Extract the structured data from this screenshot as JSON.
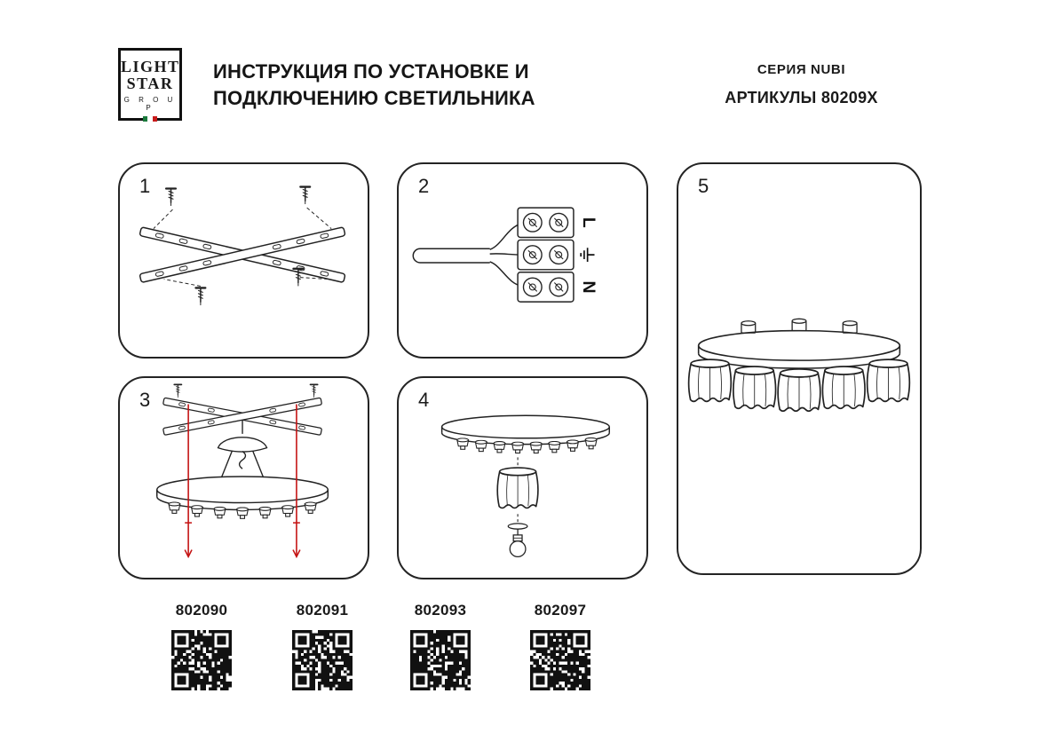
{
  "palette": {
    "ink": "#1a1a1a",
    "line": "#222222",
    "accent_red": "#c41111",
    "paper": "#ffffff"
  },
  "header": {
    "logo": {
      "word1": "LIGHT",
      "word2": "STAR",
      "word3": "G R O U P"
    },
    "title_line1": "ИНСТРУКЦИЯ ПО УСТАНОВКЕ И",
    "title_line2": "ПОДКЛЮЧЕНИЮ СВЕТИЛЬНИКА",
    "series": "СЕРИЯ NUBI",
    "articles_heading": "АРТИКУЛЫ 80209X"
  },
  "steps": {
    "s1": "1",
    "s2": "2",
    "s3": "3",
    "s4": "4",
    "s5": "5"
  },
  "wiring": {
    "live": "L",
    "neutral": "N",
    "earth": "earth-icon"
  },
  "icons": {
    "earth": "earth-icon",
    "screw": "screw-icon",
    "shade": "lamp-shade-icon",
    "bulb": "light-bulb-icon",
    "qr": "qr-code"
  },
  "footer": {
    "items": [
      {
        "code": "802090"
      },
      {
        "code": "802091"
      },
      {
        "code": "802093"
      },
      {
        "code": "802097"
      }
    ]
  }
}
